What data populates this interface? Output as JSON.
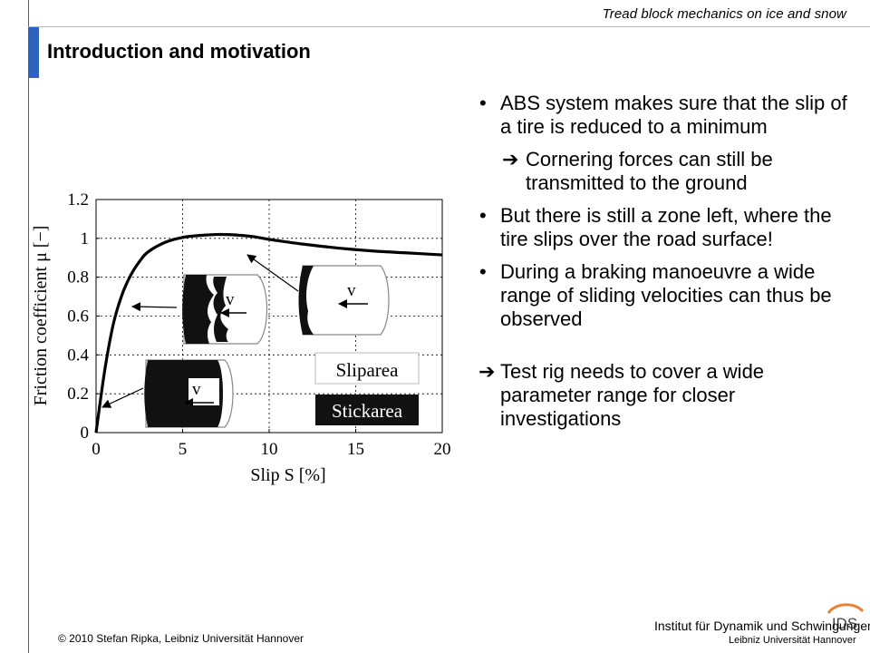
{
  "header": {
    "doc_title": "Tread block mechanics on ice and snow"
  },
  "slide": {
    "title": "Introduction and motivation"
  },
  "bullets": [
    {
      "text": "ABS system makes sure that the slip of a tire is reduced to a minimum"
    },
    {
      "text": "Cornering forces can still be transmitted to the ground"
    },
    {
      "text": "But there is still a zone left, where the tire slips over the road surface!"
    },
    {
      "text": "During a braking manoeuvre a wide range of sliding velocities can thus be observed"
    }
  ],
  "conclusion": "Test rig needs to cover a wide parameter range for closer investigations",
  "symbols": {
    "bullet": "•",
    "arrow": "➔"
  },
  "figure": {
    "velocity_label": "v",
    "legend_slip": "Sliparea",
    "legend_stick": "Stickarea"
  },
  "chart_data": {
    "type": "line",
    "xlabel": "Slip S [%]",
    "ylabel": "Friction coefficient μ [−]",
    "xlim": [
      0,
      20
    ],
    "ylim": [
      0,
      1.2
    ],
    "x_ticks": [
      "0",
      "5",
      "10",
      "15",
      "20"
    ],
    "y_ticks": [
      "0",
      "0.2",
      "0.4",
      "0.6",
      "0.8",
      "1",
      "1.2"
    ],
    "grid": true,
    "series": [
      {
        "x": [
          0,
          0.5,
          1,
          1.5,
          2,
          2.5,
          3,
          4,
          5,
          6,
          7,
          8,
          9,
          10,
          12,
          14,
          16,
          18,
          20
        ],
        "y": [
          0,
          0.32,
          0.56,
          0.71,
          0.81,
          0.88,
          0.93,
          0.98,
          1.005,
          1.015,
          1.02,
          1.018,
          1.01,
          0.995,
          0.97,
          0.95,
          0.935,
          0.925,
          0.915
        ]
      }
    ]
  },
  "footer": {
    "copyright": "© 2010  Stefan Ripka, Leibniz Universität Hannover"
  },
  "logo": {
    "text": "IDS",
    "line1": "Institut für Dynamik und Schwingungen",
    "line2": "Leibniz Universität Hannover"
  }
}
